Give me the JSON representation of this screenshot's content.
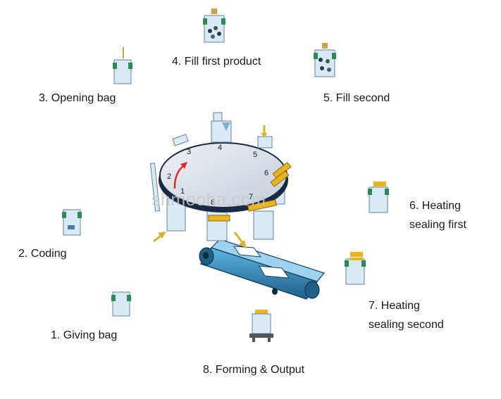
{
  "steps": [
    {
      "id": 1,
      "label": "1. Giving bag"
    },
    {
      "id": 2,
      "label": "2. Coding"
    },
    {
      "id": 3,
      "label": "3. Opening bag"
    },
    {
      "id": 4,
      "label": "4. Fill first product"
    },
    {
      "id": 5,
      "label": "5. Fill second"
    },
    {
      "id": 6,
      "label_line1": "6. Heating",
      "label_line2": "sealing first"
    },
    {
      "id": 7,
      "label_line1": "7. Heating",
      "label_line2": "sealing second"
    },
    {
      "id": 8,
      "label": "8. Forming & Output"
    }
  ],
  "turntable": {
    "station_numbers": [
      "1",
      "2",
      "3",
      "4",
      "5",
      "6",
      "7",
      "8"
    ]
  },
  "watermark": "shmooha.com",
  "colors": {
    "platform": "#dde2ea",
    "platform_edge": "#1b2a44",
    "pouch": "#d7eaf6",
    "gripper": "#2e8b57",
    "heater": "#e8b422",
    "conveyor": "#3a86b5",
    "arrow_rotation": "#d42b2b",
    "arrow_flow": "#d6b436"
  }
}
